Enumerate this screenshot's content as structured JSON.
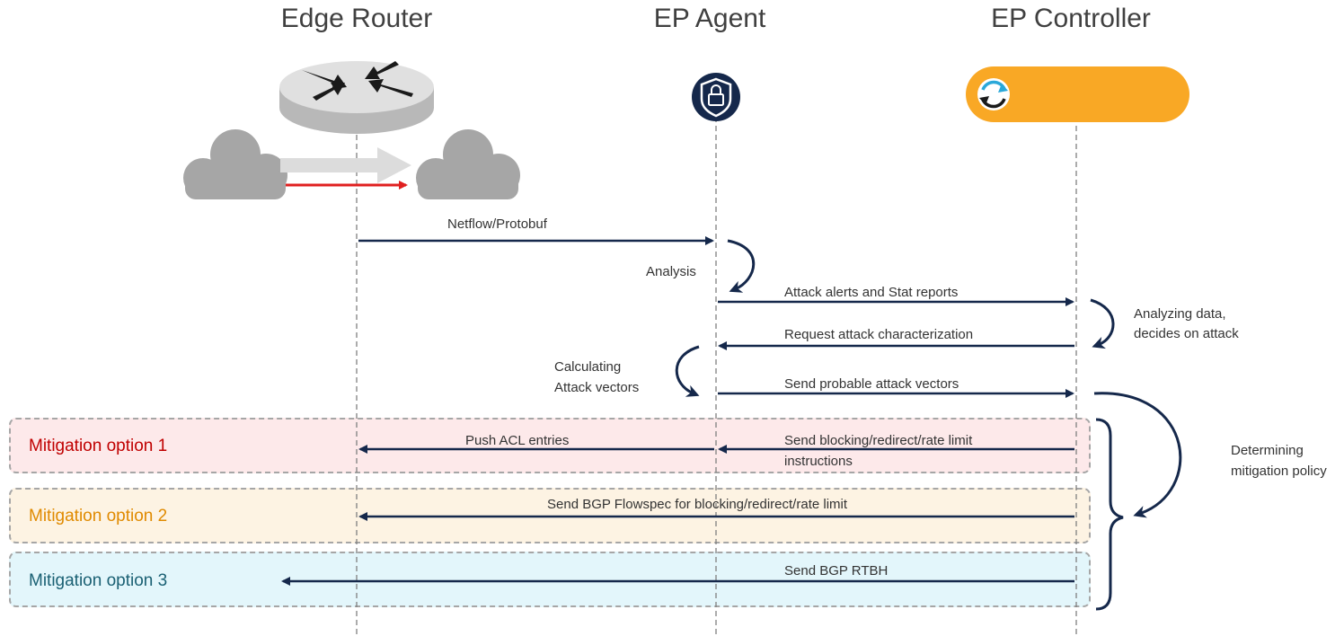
{
  "columns": {
    "edge_router": "Edge Router",
    "ep_agent": "EP Agent",
    "ep_controller": "EP Controller"
  },
  "messages": {
    "netflow": "Netflow/Protobuf",
    "attack_alerts": "Attack alerts and Stat reports",
    "request_char": "Request attack characterization",
    "send_vectors": "Send probable attack vectors",
    "push_acl": "Push ACL entries",
    "send_blocking_1": "Send blocking/redirect/rate limit",
    "send_blocking_2": "instructions",
    "flowspec": "Send BGP Flowspec for blocking/redirect/rate limit",
    "rtbh": "Send BGP RTBH"
  },
  "notes": {
    "analysis": "Analysis",
    "analyzing_1": "Analyzing data,",
    "analyzing_2": "decides on attack",
    "calculating_1": "Calculating",
    "calculating_2": "Attack vectors",
    "determining_1": "Determining",
    "determining_2": "mitigation policy"
  },
  "options": {
    "opt1": "Mitigation option 1",
    "opt2": "Mitigation option 2",
    "opt3": "Mitigation option 3"
  },
  "colors": {
    "arrow": "#15284b",
    "opt1_text": "#c00000",
    "opt1_bg": "#fde9ea",
    "opt2_text": "#e08a00",
    "opt2_bg": "#fdf3e3",
    "opt3_text": "#1a6073",
    "opt3_bg": "#e3f6fb",
    "controller": "#f9a825",
    "red_flow": "#e02020"
  },
  "icons": {
    "router": "router-icon",
    "agent": "shield-lock-icon",
    "controller": "sync-icon",
    "cloud": "cloud-icon"
  }
}
